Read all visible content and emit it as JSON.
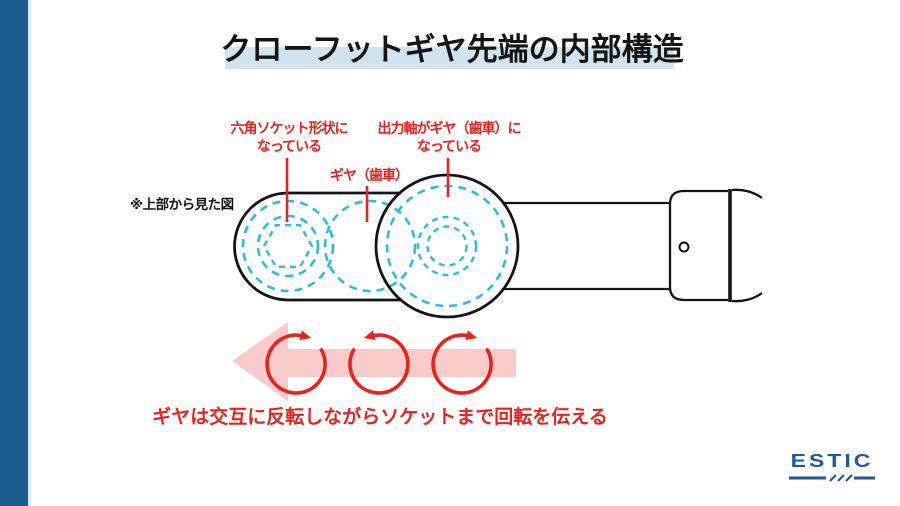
{
  "colors": {
    "bar-blue": "#1d5a8e",
    "bar-strip": "#d9eaf6",
    "title-highlight": "#cfe4ee",
    "ink": "#141414",
    "red": "#e8231e",
    "pink": "#f8caca",
    "teal": "#2fbcd9",
    "logo-blue": "#1e5a9b"
  },
  "title": {
    "text": "クローフットギヤ先端の内部構造"
  },
  "note": {
    "text": "※上部から見た図"
  },
  "labels": {
    "hex_socket": {
      "line1": "六角ソケット形状に",
      "line2": "なっている"
    },
    "gear": {
      "text": "ギヤ（歯車）"
    },
    "output_shaft": {
      "line1": "出力軸がギヤ（歯車）に",
      "line2": "なっている"
    }
  },
  "caption": {
    "text": "ギヤは交互に反転しながらソケットまで回転を伝える"
  },
  "logo": {
    "text": "ESTIC"
  }
}
